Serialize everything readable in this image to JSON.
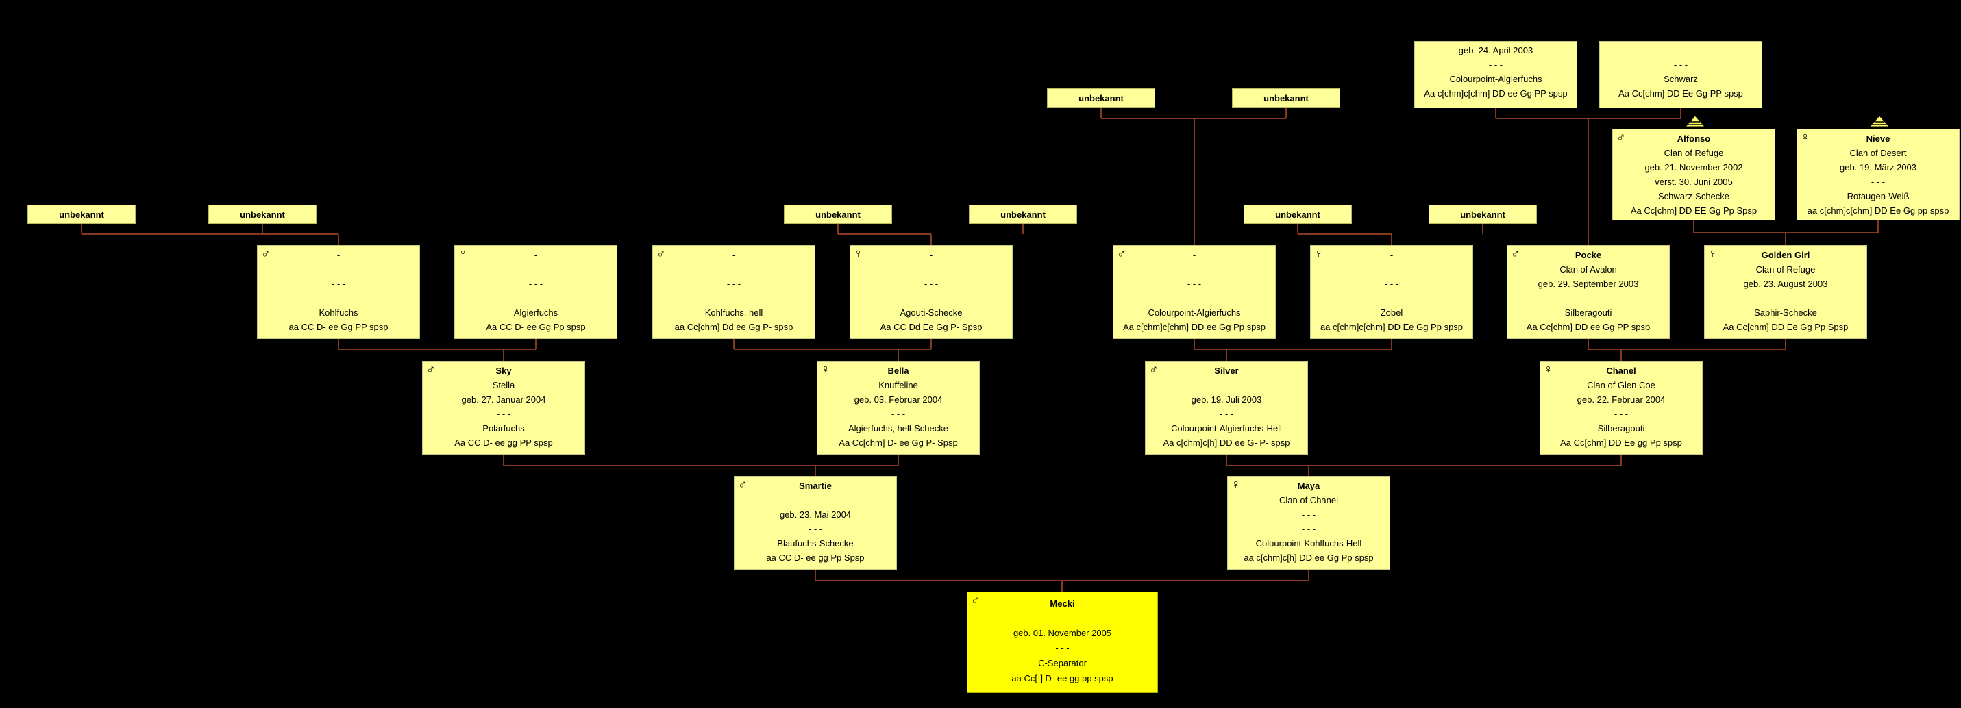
{
  "diagram": {
    "unknown_label": "unbekannt",
    "nodes": {
      "stella_father": {
        "name": "unbekannt"
      },
      "stella_mother": {
        "name": "unbekannt"
      },
      "bella_father": {
        "name": "unbekannt"
      },
      "bella_mother": {
        "name": "unbekannt"
      },
      "silver_ff": {
        "name": "unbekannt"
      },
      "silver_fm": {
        "name": "unbekannt"
      },
      "silver_mf": {
        "name": "unbekannt"
      },
      "silver_mm": {
        "name": "unbekannt"
      },
      "pocke_father": {
        "lines": [
          "geb. 24. April 2003",
          "- - -",
          "Colourpoint-Algierfuchs",
          "Aa c[chm]c[chm] DD ee Gg PP spsp"
        ]
      },
      "pocke_mother": {
        "lines": [
          "- - -",
          "- - -",
          "Schwarz",
          "Aa Cc[chm] DD Ee Gg PP spsp"
        ]
      },
      "alfonso": {
        "sex": "♂",
        "name": "Alfonso",
        "lines": [
          "Clan of Refuge",
          "geb. 21. November 2002",
          "verst. 30. Juni 2005",
          "Schwarz-Schecke",
          "Aa Cc[chm] DD EE Gg Pp Spsp"
        ]
      },
      "nieve": {
        "sex": "♀",
        "name": "Nieve",
        "lines": [
          "Clan of Desert",
          "geb. 19. März 2003",
          "- - -",
          "Rotaugen-Weiß",
          "aa c[chm]c[chm] DD Ee Gg pp spsp"
        ]
      },
      "sky_father": {
        "sex": "♂",
        "name": "-",
        "lines": [
          "",
          "- - -",
          "- - -",
          "Kohlfuchs",
          "aa CC D- ee Gg PP spsp"
        ]
      },
      "sky_mother": {
        "sex": "♀",
        "name": "-",
        "lines": [
          "",
          "- - -",
          "- - -",
          "Algierfuchs",
          "Aa CC D- ee Gg Pp spsp"
        ]
      },
      "bella_fa": {
        "sex": "♂",
        "name": "-",
        "lines": [
          "",
          "- - -",
          "- - -",
          "Kohlfuchs, hell",
          "aa Cc[chm] Dd ee Gg P- spsp"
        ]
      },
      "bella_mo": {
        "sex": "♀",
        "name": "-",
        "lines": [
          "",
          "- - -",
          "- - -",
          "Agouti-Schecke",
          "Aa CC Dd Ee Gg P- Spsp"
        ]
      },
      "silver_fa": {
        "sex": "♂",
        "name": "-",
        "lines": [
          "",
          "- - -",
          "- - -",
          "Colourpoint-Algierfuchs",
          "Aa c[chm]c[chm] DD ee Gg Pp spsp"
        ]
      },
      "silver_mo": {
        "sex": "♀",
        "name": "-",
        "lines": [
          "",
          "- - -",
          "- - -",
          "Zobel",
          "aa c[chm]c[chm] DD Ee Gg Pp spsp"
        ]
      },
      "pocke": {
        "sex": "♂",
        "name": "Pocke",
        "lines": [
          "Clan of Avalon",
          "geb. 29. September 2003",
          "- - -",
          "Silberagouti",
          "Aa Cc[chm] DD ee Gg PP spsp"
        ]
      },
      "golden_girl": {
        "sex": "♀",
        "name": "Golden Girl",
        "lines": [
          "Clan of Refuge",
          "geb. 23. August 2003",
          "- - -",
          "Saphir-Schecke",
          "Aa Cc[chm] DD Ee Gg Pp Spsp"
        ]
      },
      "sky": {
        "sex": "♂",
        "name": "Sky",
        "lines": [
          "Stella",
          "geb. 27. Januar 2004",
          "- - -",
          "Polarfuchs",
          "Aa CC D- ee gg PP spsp"
        ]
      },
      "bella": {
        "sex": "♀",
        "name": "Bella",
        "lines": [
          "Knuffeline",
          "geb. 03. Februar 2004",
          "- - -",
          "Algierfuchs, hell-Schecke",
          "Aa Cc[chm] D- ee Gg P- Spsp"
        ]
      },
      "silver": {
        "sex": "♂",
        "name": "Silver",
        "lines": [
          "",
          "geb. 19. Juli 2003",
          "- - -",
          "Colourpoint-Algierfuchs-Hell",
          "Aa c[chm]c[h] DD ee G- P- spsp"
        ]
      },
      "chanel": {
        "sex": "♀",
        "name": "Chanel",
        "lines": [
          "Clan of Glen Coe",
          "geb. 22. Februar 2004",
          "- - -",
          "Silberagouti",
          "Aa Cc[chm] DD Ee gg Pp spsp"
        ]
      },
      "smartie": {
        "sex": "♂",
        "name": "Smartie",
        "lines": [
          "",
          "geb. 23. Mai 2004",
          "- - -",
          "Blaufuchs-Schecke",
          "aa CC D- ee gg Pp Spsp"
        ]
      },
      "maya": {
        "sex": "♀",
        "name": "Maya",
        "lines": [
          "Clan of Chanel",
          "- - -",
          "- - -",
          "Colourpoint-Kohlfuchs-Hell",
          "aa c[chm]c[h] DD ee Gg Pp spsp"
        ]
      },
      "mecki": {
        "sex": "♂",
        "name": "Mecki",
        "lines": [
          "",
          "geb. 01. November 2005",
          "- - -",
          "C-Separator",
          "aa Cc[-] D- ee gg pp spsp"
        ]
      }
    }
  }
}
